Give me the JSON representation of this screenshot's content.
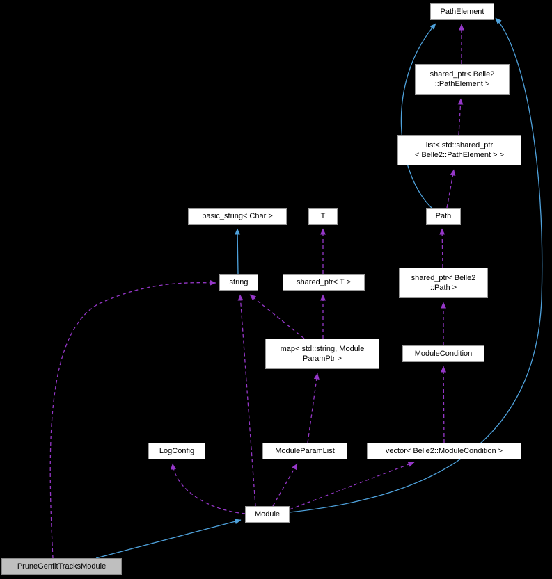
{
  "diagram": {
    "type": "collaboration-graph",
    "highlighted_node": "PruneGenfitTracksModule"
  },
  "colors": {
    "background": "#000000",
    "node_fill": "#ffffff",
    "node_border": "#9b9b9b",
    "highlight_fill": "#bfbfbf",
    "inheritance_edge": "#4ea1db",
    "usage_edge": "#9537c8"
  },
  "nodes": {
    "pathElement": {
      "label": "PathElement"
    },
    "sharedPtrPathElement": {
      "label": "shared_ptr< Belle2\n::PathElement >"
    },
    "listSharedPtrPathElement": {
      "label": "list< std::shared_ptr\n< Belle2::PathElement > >"
    },
    "basicString": {
      "label": "basic_string< Char >"
    },
    "t": {
      "label": "T"
    },
    "path": {
      "label": "Path"
    },
    "string": {
      "label": "string"
    },
    "sharedPtrT": {
      "label": "shared_ptr< T >"
    },
    "sharedPtrPath": {
      "label": "shared_ptr< Belle2\n::Path >"
    },
    "mapStringModuleParamPtr": {
      "label": "map< std::string, Module\nParamPtr >"
    },
    "moduleCondition": {
      "label": "ModuleCondition"
    },
    "logConfig": {
      "label": "LogConfig"
    },
    "moduleParamList": {
      "label": "ModuleParamList"
    },
    "vectorModuleCondition": {
      "label": "vector< Belle2::ModuleCondition >"
    },
    "module": {
      "label": "Module"
    },
    "pruneGenfitTracksModule": {
      "label": "PruneGenfitTracksModule"
    }
  }
}
